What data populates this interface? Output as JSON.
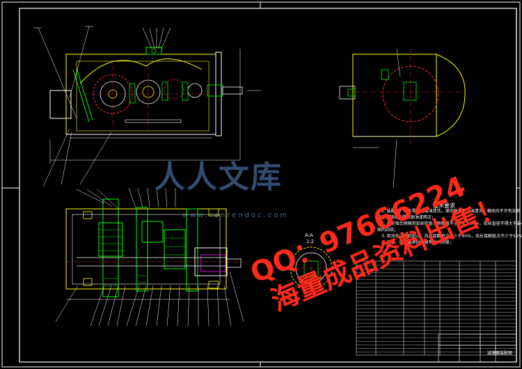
{
  "drawing": {
    "background": "#000000",
    "line_colors": {
      "outline": "#ffffff",
      "part": "#ffff00",
      "gear": "#00ff00",
      "center": "#ff3030",
      "hidden": "#00ffff",
      "dim": "#ff00ff"
    }
  },
  "technical_notes": {
    "title": "技术要求",
    "lines": [
      "1. 装配前，所有零件用煤油清洗，滚动轴承用汽油清洗，箱体内不许有杂物",
      "存在，箱体内壁涂耐油漆两次；",
      "2. 齿轮啮合侧隙用铅丝检查，侧隙值不小于0.16mm，铅丝直径不得大于最小侧",
      "隙的四倍；",
      "3. 用涂色法检验斑点，齿高接触斑点不少于40%，齿长接触斑点不少于50%；",
      "4. 调整、固定轴承时应留有轴向间隙；"
    ]
  },
  "section_label": {
    "name": "A-A",
    "scale": "1:2"
  },
  "title_block": {
    "title": "减速器装配图"
  },
  "watermark": {
    "logo": "人人文库",
    "url": "www.renrendoc.com",
    "promo_qq": "QQ：97666224",
    "promo_sale": "海量成品资料出售！"
  }
}
